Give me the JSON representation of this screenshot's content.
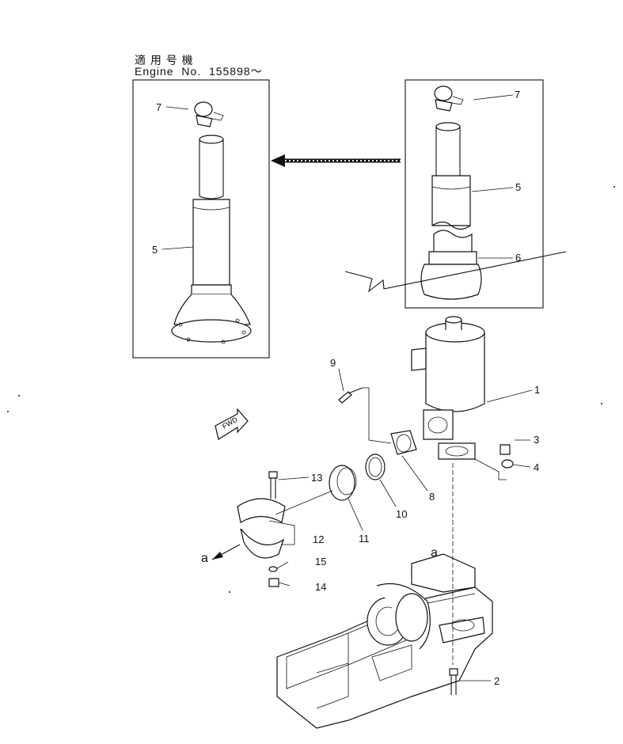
{
  "header": {
    "applicable_jp": "適 用 号 機",
    "engine_label": "Engine",
    "no_label": "No.",
    "serial_range": "155898〜"
  },
  "fwd_label": "FWD",
  "view_markers": {
    "left": "a",
    "right": "a"
  },
  "callouts": [
    {
      "id": "c1",
      "text": "1"
    },
    {
      "id": "c2",
      "text": "2"
    },
    {
      "id": "c3",
      "text": "3"
    },
    {
      "id": "c4",
      "text": "4"
    },
    {
      "id": "c5a",
      "text": "5"
    },
    {
      "id": "c5b",
      "text": "5"
    },
    {
      "id": "c6",
      "text": "6"
    },
    {
      "id": "c7a",
      "text": "7"
    },
    {
      "id": "c7b",
      "text": "7"
    },
    {
      "id": "c8",
      "text": "8"
    },
    {
      "id": "c9",
      "text": "9"
    },
    {
      "id": "c10",
      "text": "10"
    },
    {
      "id": "c11",
      "text": "11"
    },
    {
      "id": "c12",
      "text": "12"
    },
    {
      "id": "c13",
      "text": "13"
    },
    {
      "id": "c14",
      "text": "14"
    },
    {
      "id": "c15",
      "text": "15"
    }
  ]
}
